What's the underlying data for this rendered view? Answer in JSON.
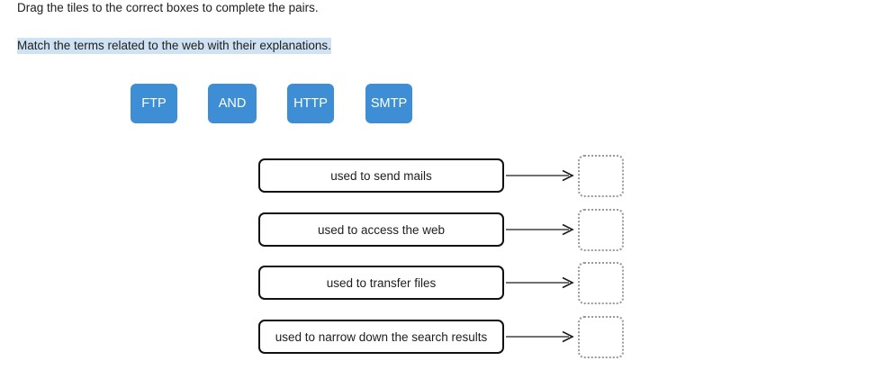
{
  "instructions": {
    "drag_hint": "Drag the tiles to the correct boxes to complete the pairs.",
    "question": "Match the terms related to the web with their explanations.",
    "highlight_color": "#cfe2f3"
  },
  "tiles": {
    "color": "#3d8ed4",
    "text_color": "#ffffff",
    "items": [
      {
        "label": "FTP"
      },
      {
        "label": "AND"
      },
      {
        "label": "HTTP"
      },
      {
        "label": "SMTP"
      }
    ]
  },
  "rows": [
    {
      "prompt": "used to send mails",
      "answer": "",
      "arrow_icon": "arrow-right-icon"
    },
    {
      "prompt": "used to access the web",
      "answer": "",
      "arrow_icon": "arrow-right-icon"
    },
    {
      "prompt": "used to transfer files",
      "answer": "",
      "arrow_icon": "arrow-right-icon"
    },
    {
      "prompt": "used to narrow down the search results",
      "answer": "",
      "arrow_icon": "arrow-right-icon"
    }
  ]
}
